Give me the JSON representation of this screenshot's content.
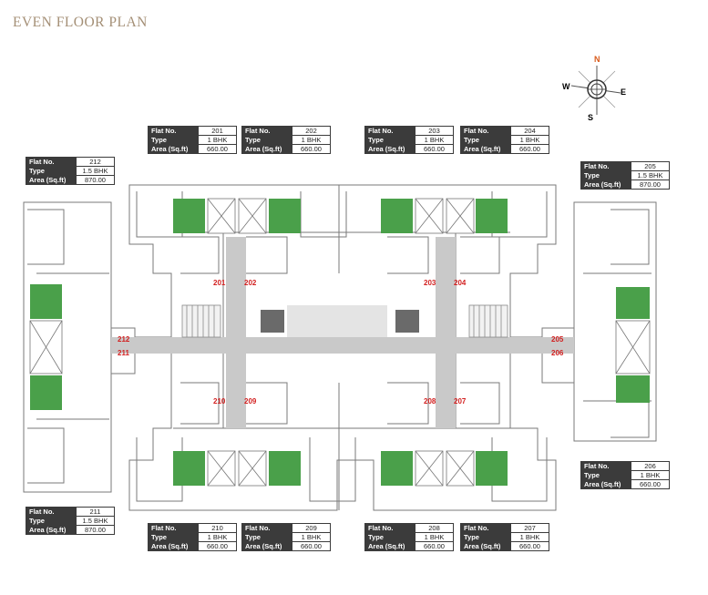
{
  "title": "EVEN FLOOR PLAN",
  "compass": {
    "n": "N",
    "e": "E",
    "s": "S",
    "w": "W"
  },
  "labels": {
    "flat_no": "Flat No.",
    "type": "Type",
    "area": "Area (Sq.ft)"
  },
  "flats": [
    {
      "no": "201",
      "type": "1 BHK",
      "area": "660.00"
    },
    {
      "no": "202",
      "type": "1 BHK",
      "area": "660.00"
    },
    {
      "no": "203",
      "type": "1 BHK",
      "area": "660.00"
    },
    {
      "no": "204",
      "type": "1 BHK",
      "area": "660.00"
    },
    {
      "no": "205",
      "type": "1.5 BHK",
      "area": "870.00"
    },
    {
      "no": "206",
      "type": "1 BHK",
      "area": "660.00"
    },
    {
      "no": "207",
      "type": "1 BHK",
      "area": "660.00"
    },
    {
      "no": "208",
      "type": "1 BHK",
      "area": "660.00"
    },
    {
      "no": "209",
      "type": "1 BHK",
      "area": "660.00"
    },
    {
      "no": "210",
      "type": "1 BHK",
      "area": "660.00"
    },
    {
      "no": "211",
      "type": "1.5 BHK",
      "area": "870.00"
    },
    {
      "no": "212",
      "type": "1.5 BHK",
      "area": "870.00"
    }
  ],
  "plan_labels": [
    "201",
    "202",
    "203",
    "204",
    "205",
    "206",
    "207",
    "208",
    "209",
    "210",
    "211",
    "212"
  ],
  "colors": {
    "title": "#a48f76",
    "marker": "#d21f1f",
    "header": "#3b3b3b",
    "green": "#4aa04a",
    "corridor": "#c9c9c9"
  }
}
